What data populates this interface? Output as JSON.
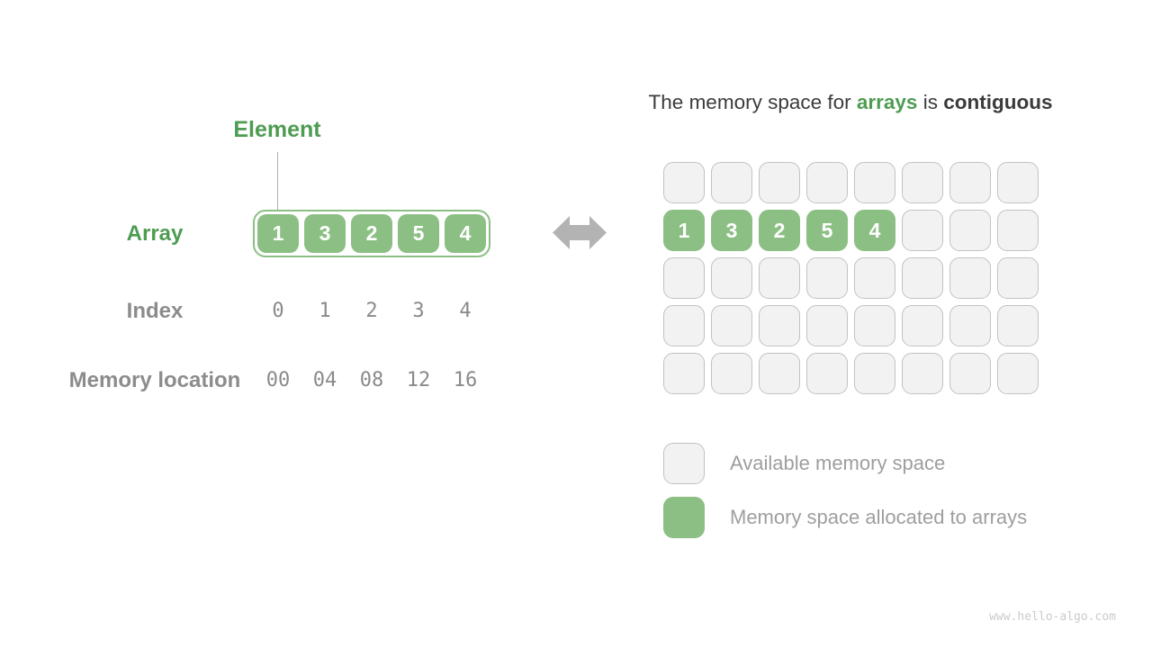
{
  "palette": {
    "green_fill": "#8CBF84",
    "green_text": "#4E9C52",
    "dark_text": "#3B3B3B",
    "gray_label": "#8C8C8C",
    "gray_mono": "#8A8A8A",
    "cell_fill": "#F2F2F2",
    "cell_border": "#C2C2C2",
    "legend_text": "#9E9E9E",
    "arrow": "#B3B3B3",
    "watermark": "#CBCBCB"
  },
  "left_panel": {
    "element_label": "Element",
    "array_label": "Array",
    "array_values": [
      "1",
      "3",
      "2",
      "5",
      "4"
    ],
    "index_label": "Index",
    "index_values": [
      "0",
      "1",
      "2",
      "3",
      "4"
    ],
    "memory_label": "Memory location",
    "memory_values": [
      "00",
      "04",
      "08",
      "12",
      "16"
    ]
  },
  "middle": {
    "arrow_icon": "left-right-arrow"
  },
  "right_panel": {
    "title": {
      "prefix": "The memory space for ",
      "highlight": "arrays",
      "middle": " is ",
      "emphasis": "contiguous"
    },
    "memory_grid": {
      "rows": 5,
      "cols": 8,
      "allocated_row": 1,
      "allocated_values": [
        "1",
        "3",
        "2",
        "5",
        "4"
      ]
    },
    "legend": [
      {
        "swatch": "available",
        "label": "Available memory space"
      },
      {
        "swatch": "allocated",
        "label": "Memory space allocated to arrays"
      }
    ]
  },
  "watermark": "www.hello-algo.com"
}
